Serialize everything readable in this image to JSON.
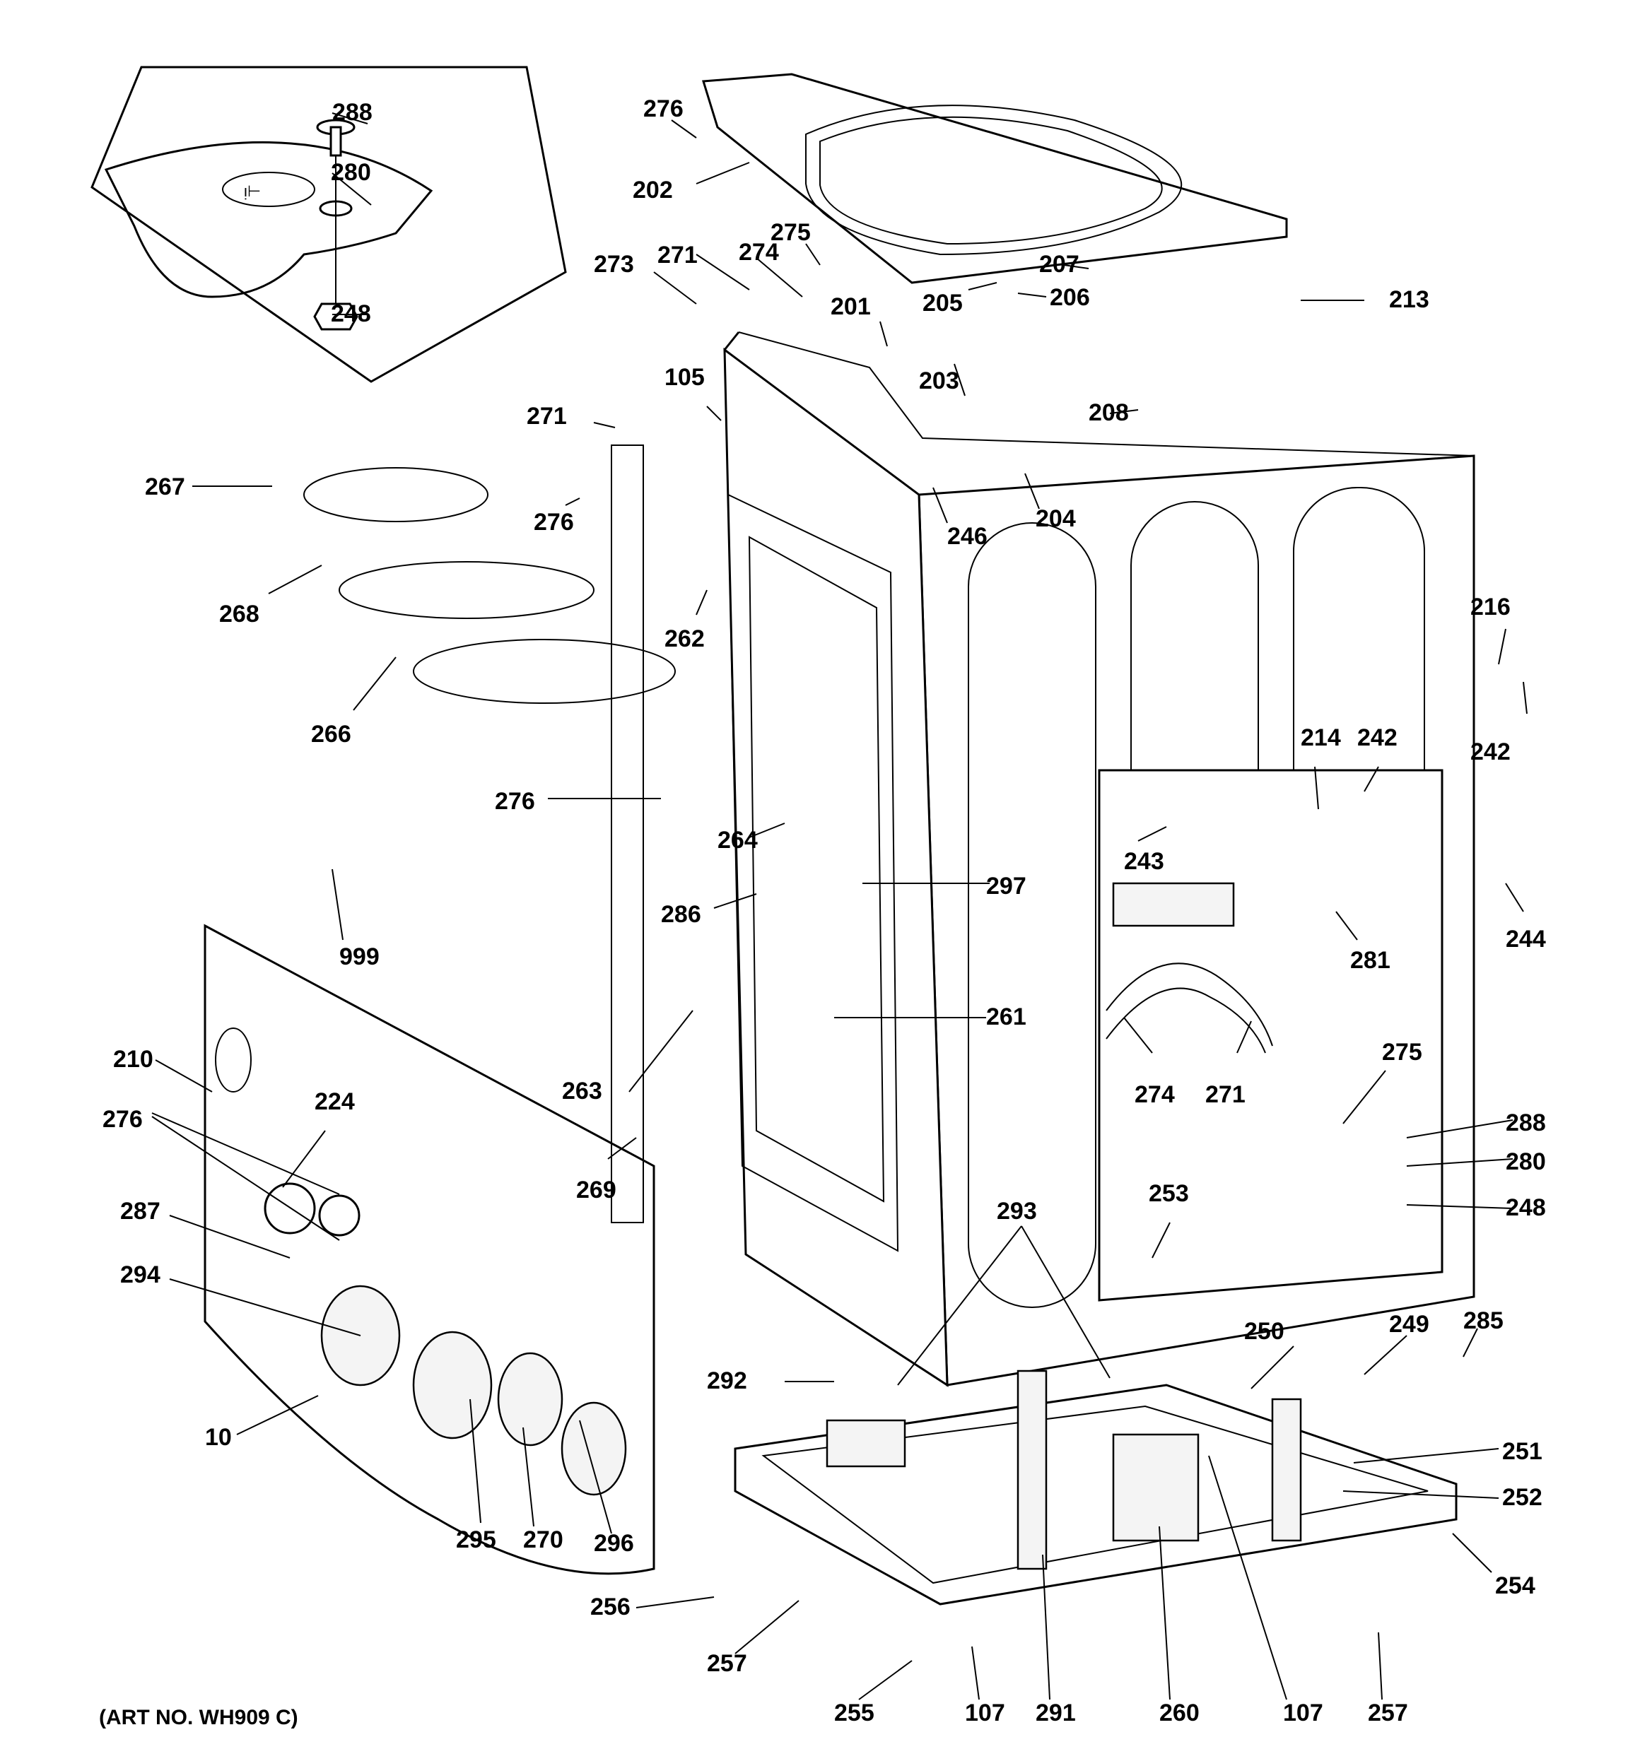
{
  "art_number": "(ART NO. WH909 C)",
  "callouts": [
    "276",
    "202",
    "273",
    "271",
    "274",
    "275",
    "201",
    "205",
    "207",
    "206",
    "213",
    "288",
    "280",
    "248",
    "105",
    "203",
    "208",
    "271",
    "267",
    "276",
    "246",
    "204",
    "268",
    "262",
    "266",
    "216",
    "242",
    "214",
    "242",
    "276",
    "264",
    "243",
    "999",
    "297",
    "286",
    "244",
    "281",
    "261",
    "210",
    "274",
    "271",
    "275",
    "276",
    "224",
    "288",
    "263",
    "269",
    "280",
    "287",
    "253",
    "293",
    "248",
    "294",
    "250",
    "249",
    "285",
    "292",
    "10",
    "251",
    "252",
    "295",
    "270",
    "296",
    "254",
    "256",
    "257",
    "255",
    "107",
    "291",
    "260",
    "107",
    "257"
  ]
}
